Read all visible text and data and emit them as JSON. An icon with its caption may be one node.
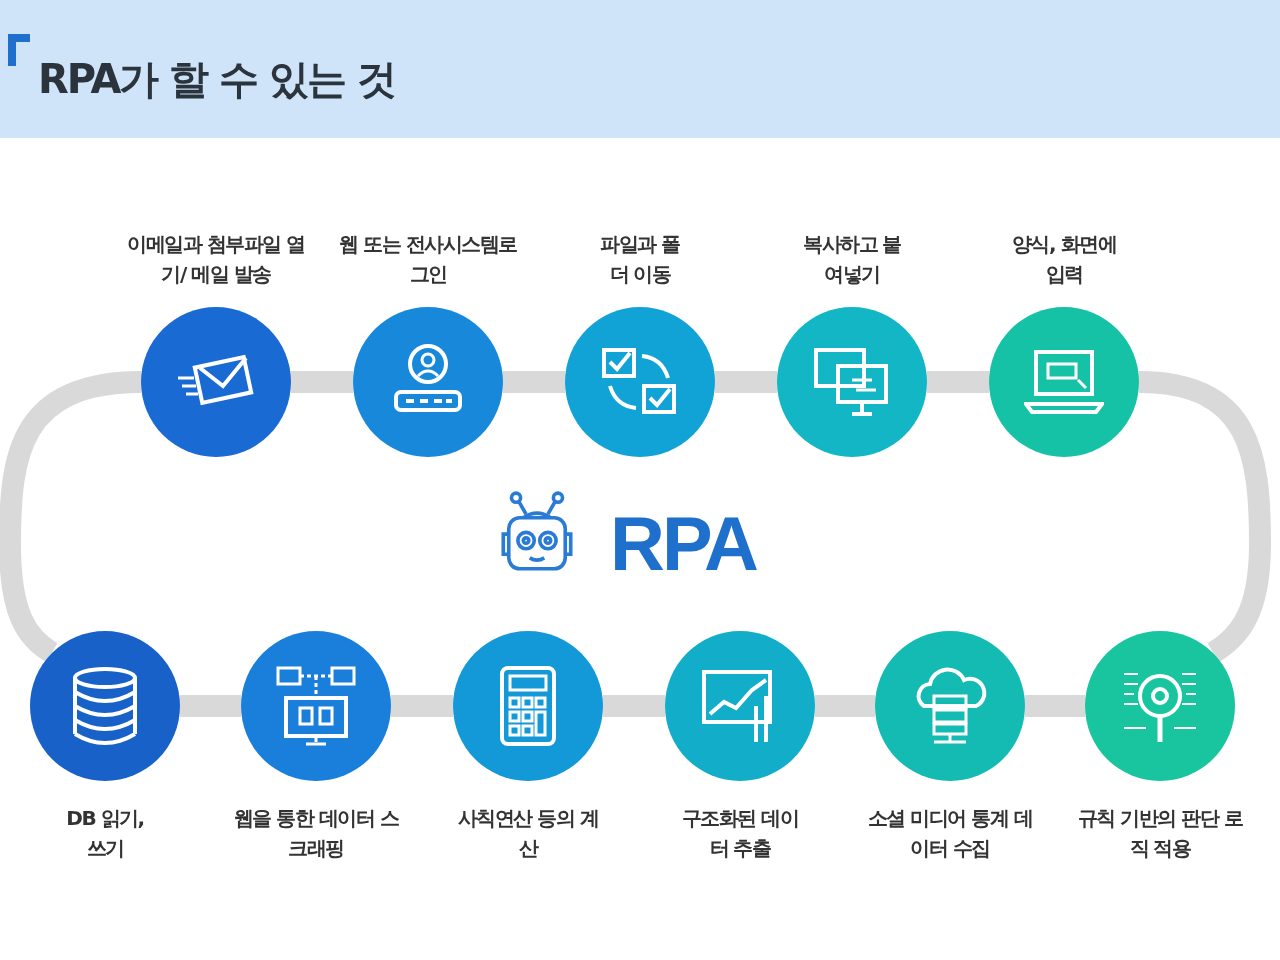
{
  "diagram": {
    "title": "RPA가 할 수 있는 것",
    "nodes": [
      {
        "text": [
          "이메일과 첨부파일 열기/ 메일 발송"
        ]
      },
      {
        "text": [
          "웹 또는 전사시스템로그인"
        ]
      },
      {
        "text": [
          "파일과 폴더 이동"
        ]
      },
      {
        "text": [
          "복사하고 붙여넣기"
        ]
      },
      {
        "text": [
          "양식, 화면에 입력"
        ]
      },
      {
        "text": [
          "DB 읽기, 쓰기"
        ]
      },
      {
        "text": [
          "웹을 통한 데이터 스크래핑"
        ]
      },
      {
        "text": [
          "사칙연산 등의 계산"
        ]
      },
      {
        "text": [
          "구조화된 데이터 추출"
        ]
      },
      {
        "text": [
          "소셜 미디어 통계 데이터 수집"
        ]
      },
      {
        "text": [
          "규칙 기반의 판단 로직 적용"
        ]
      }
    ],
    "edges": [
      {
        "from": 0,
        "to": 1,
        "arrow": "none"
      },
      {
        "from": 1,
        "to": 2,
        "arrow": "none"
      },
      {
        "from": 2,
        "to": 3,
        "arrow": "none"
      },
      {
        "from": 3,
        "to": 4,
        "arrow": "none"
      },
      {
        "from": 4,
        "to": 10,
        "arrow": "none"
      },
      {
        "from": 10,
        "to": 9,
        "arrow": "none"
      },
      {
        "from": 9,
        "to": 8,
        "arrow": "none"
      },
      {
        "from": 8,
        "to": 7,
        "arrow": "none"
      },
      {
        "from": 7,
        "to": 6,
        "arrow": "none"
      },
      {
        "from": 6,
        "to": 5,
        "arrow": "none"
      },
      {
        "from": 5,
        "to": 0,
        "arrow": "none"
      }
    ],
    "labels": [
      "RPA"
    ]
  }
}
